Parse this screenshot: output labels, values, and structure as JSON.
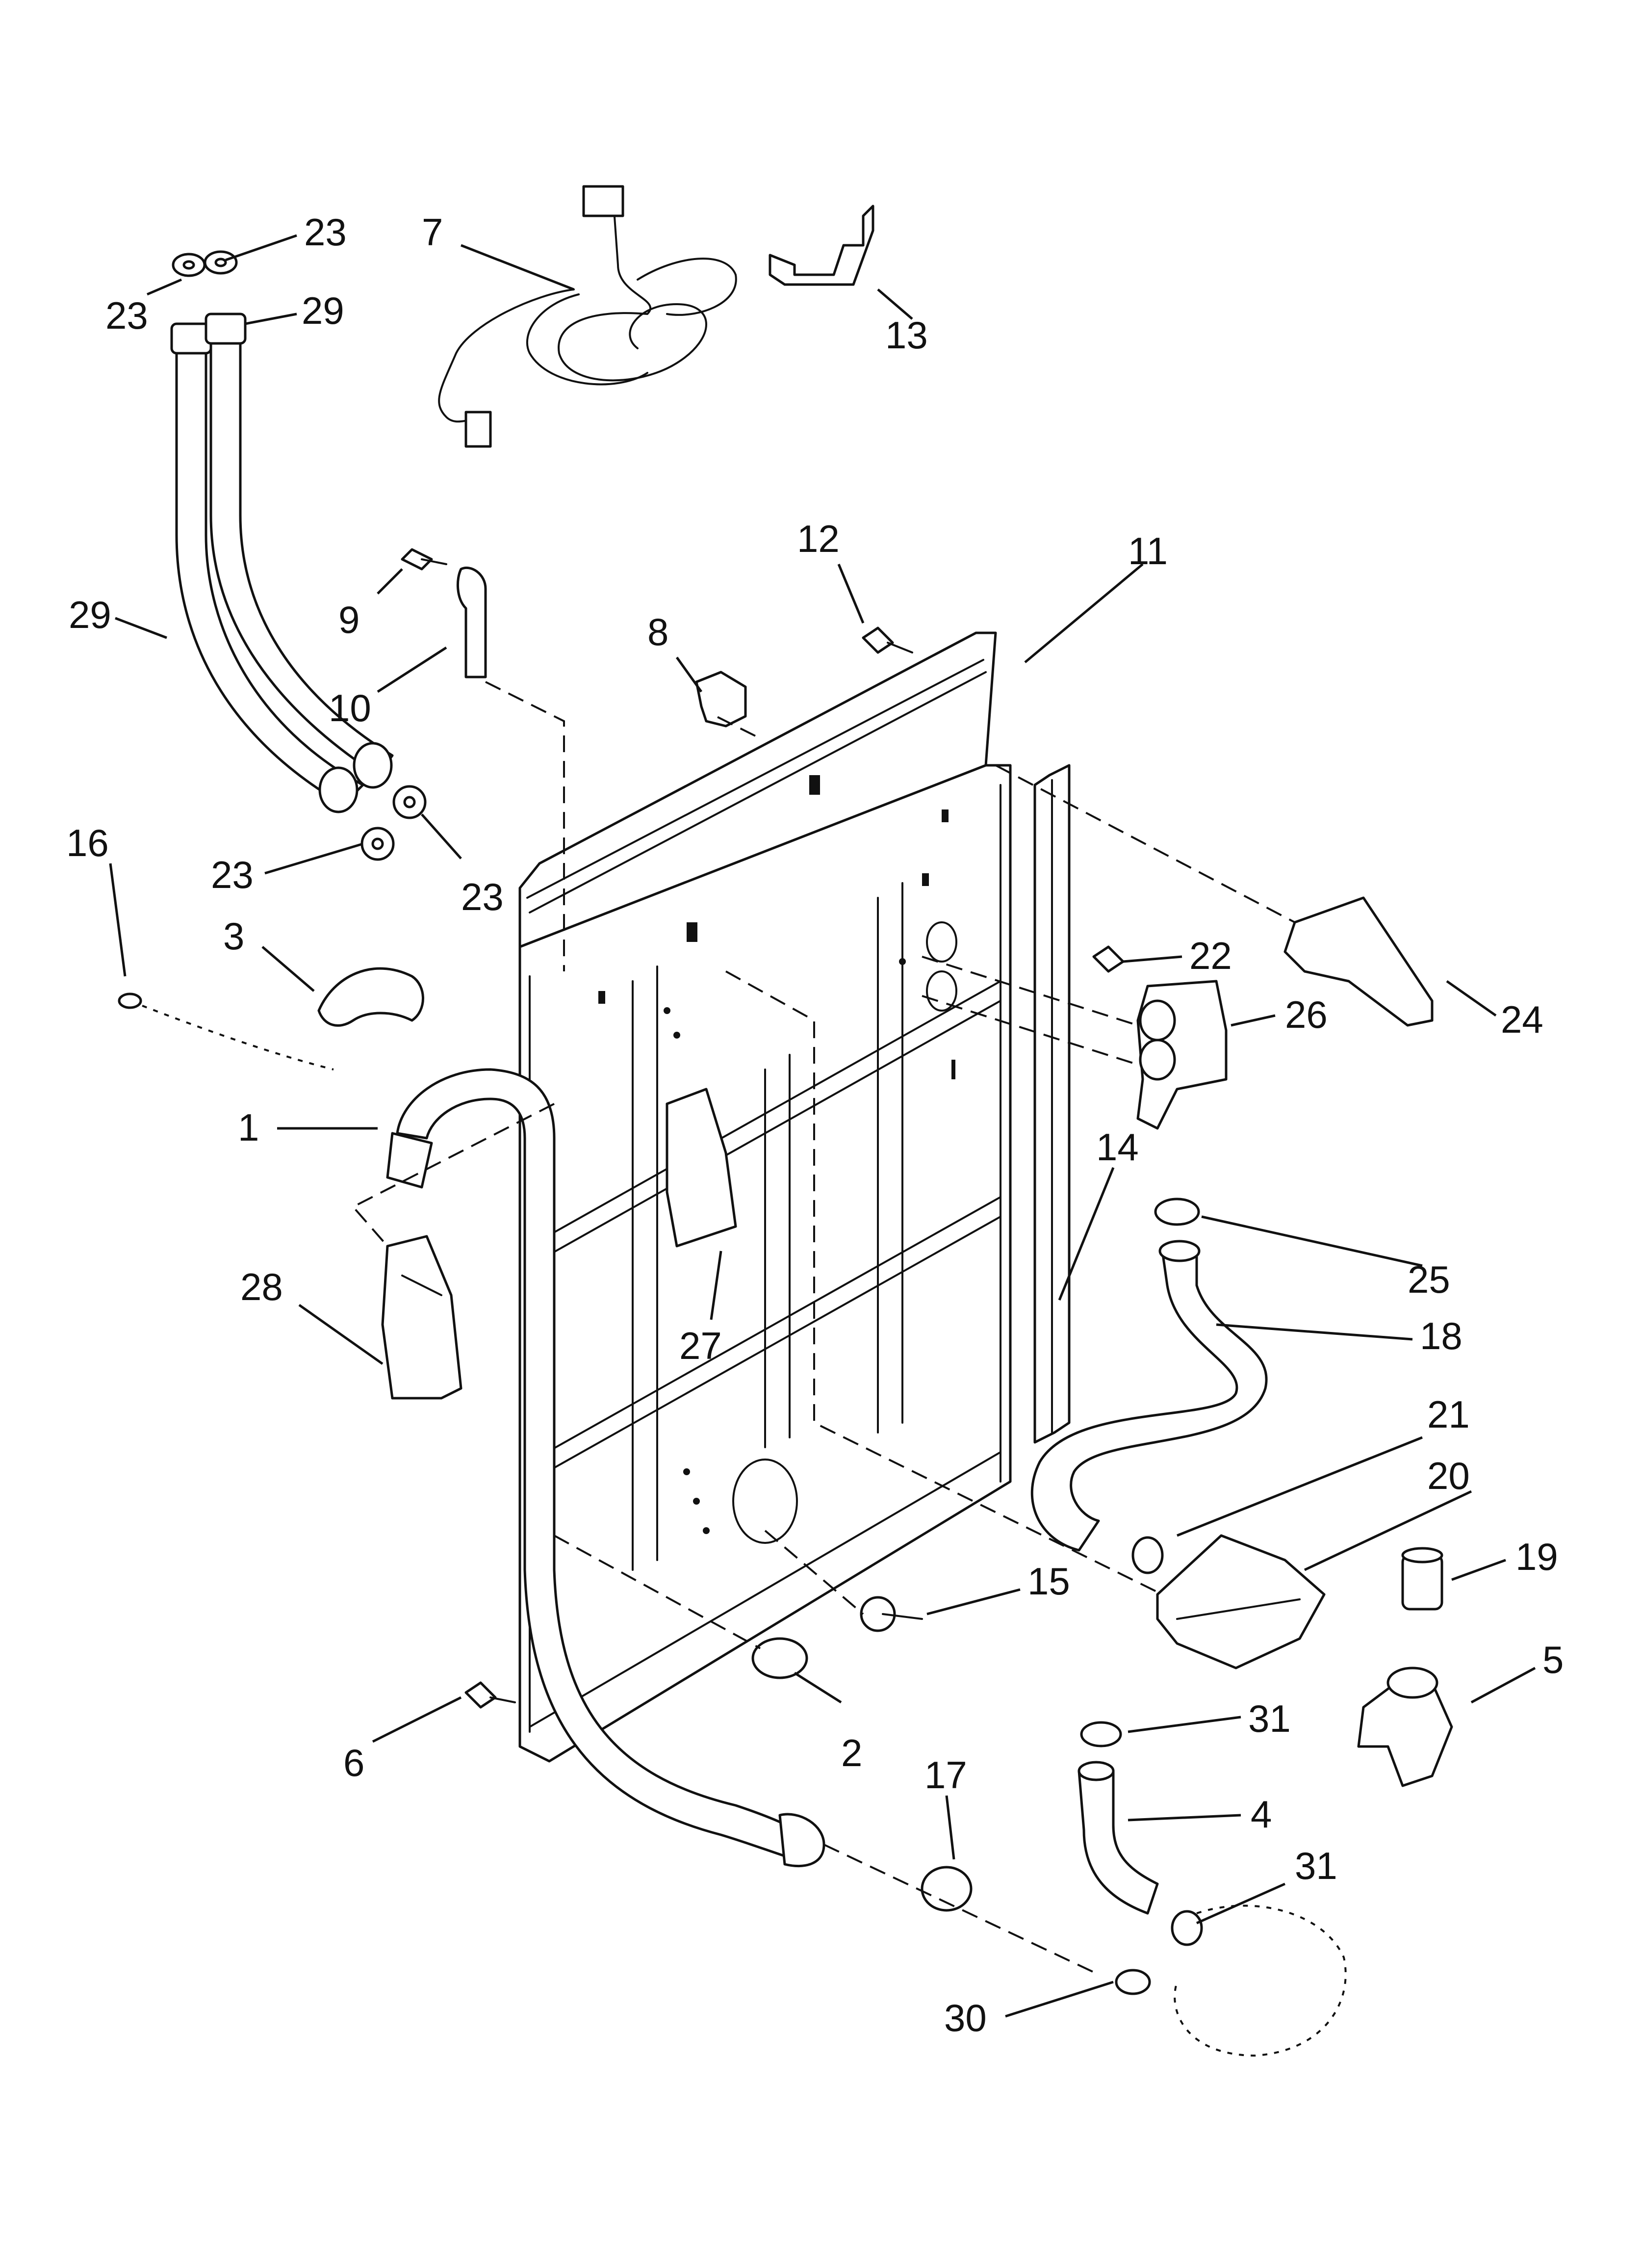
{
  "callouts": [
    {
      "id": "c1",
      "text": "1"
    },
    {
      "id": "c2",
      "text": "2"
    },
    {
      "id": "c3",
      "text": "3"
    },
    {
      "id": "c4",
      "text": "4"
    },
    {
      "id": "c5",
      "text": "5"
    },
    {
      "id": "c6",
      "text": "6"
    },
    {
      "id": "c7",
      "text": "7"
    },
    {
      "id": "c8",
      "text": "8"
    },
    {
      "id": "c9",
      "text": "9"
    },
    {
      "id": "c10",
      "text": "10"
    },
    {
      "id": "c11",
      "text": "11"
    },
    {
      "id": "c12",
      "text": "12"
    },
    {
      "id": "c13",
      "text": "13"
    },
    {
      "id": "c14",
      "text": "14"
    },
    {
      "id": "c15",
      "text": "15"
    },
    {
      "id": "c16",
      "text": "16"
    },
    {
      "id": "c17",
      "text": "17"
    },
    {
      "id": "c18",
      "text": "18"
    },
    {
      "id": "c19",
      "text": "19"
    },
    {
      "id": "c20",
      "text": "20"
    },
    {
      "id": "c21",
      "text": "21"
    },
    {
      "id": "c22",
      "text": "22"
    },
    {
      "id": "c23a",
      "text": "23"
    },
    {
      "id": "c23b",
      "text": "23"
    },
    {
      "id": "c23c",
      "text": "23"
    },
    {
      "id": "c23d",
      "text": "23"
    },
    {
      "id": "c24",
      "text": "24"
    },
    {
      "id": "c25",
      "text": "25"
    },
    {
      "id": "c26",
      "text": "26"
    },
    {
      "id": "c27",
      "text": "27"
    },
    {
      "id": "c28",
      "text": "28"
    },
    {
      "id": "c29a",
      "text": "29"
    },
    {
      "id": "c29b",
      "text": "29"
    },
    {
      "id": "c30",
      "text": "30"
    },
    {
      "id": "c31a",
      "text": "31"
    },
    {
      "id": "c31b",
      "text": "31"
    }
  ]
}
